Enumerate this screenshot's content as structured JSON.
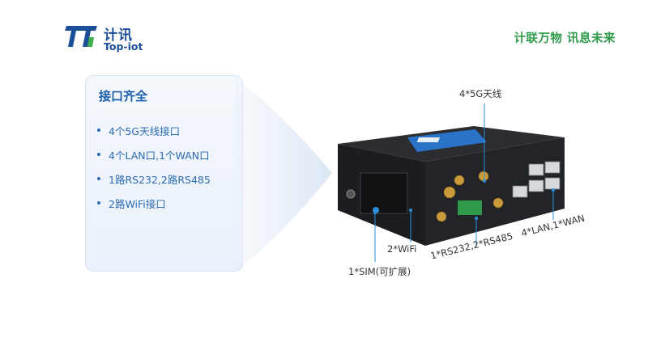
{
  "brand": {
    "name_cn": "计讯",
    "name_en": "Top-iot"
  },
  "slogan": "计联万物 讯息未来",
  "features": {
    "title": "接口齐全",
    "items": [
      "4个5G天线接口",
      "4个LAN口,1个WAN口",
      "1路RS232,2路RS485",
      "2路WiFi接口"
    ]
  },
  "callouts": {
    "antenna": "4*5G天线",
    "wifi": "2*WiFi",
    "sim": "1*SIM(可扩展)",
    "serial": "1*RS232,2*RS485",
    "lan": "4*LAN,1*WAN"
  },
  "colors": {
    "brand_blue": "#1b4f97",
    "slogan_green": "#2e9a4a",
    "feature_blue": "#2d6ab4",
    "leader_blue": "#2a8fd6"
  }
}
